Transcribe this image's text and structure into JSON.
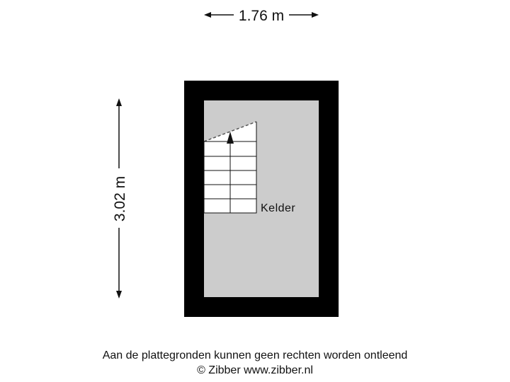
{
  "dimensions": {
    "width_label": "1.76 m",
    "height_label": "3.02 m"
  },
  "room": {
    "name": "Kelder"
  },
  "footer": {
    "disclaimer": "Aan de plattegronden kunnen geen rechten worden ontleend",
    "copyright": "© Zibber www.zibber.nl"
  },
  "colors": {
    "wall": "#000000",
    "floor": "#cccccc",
    "stair": "#ffffff",
    "line": "#111111"
  }
}
